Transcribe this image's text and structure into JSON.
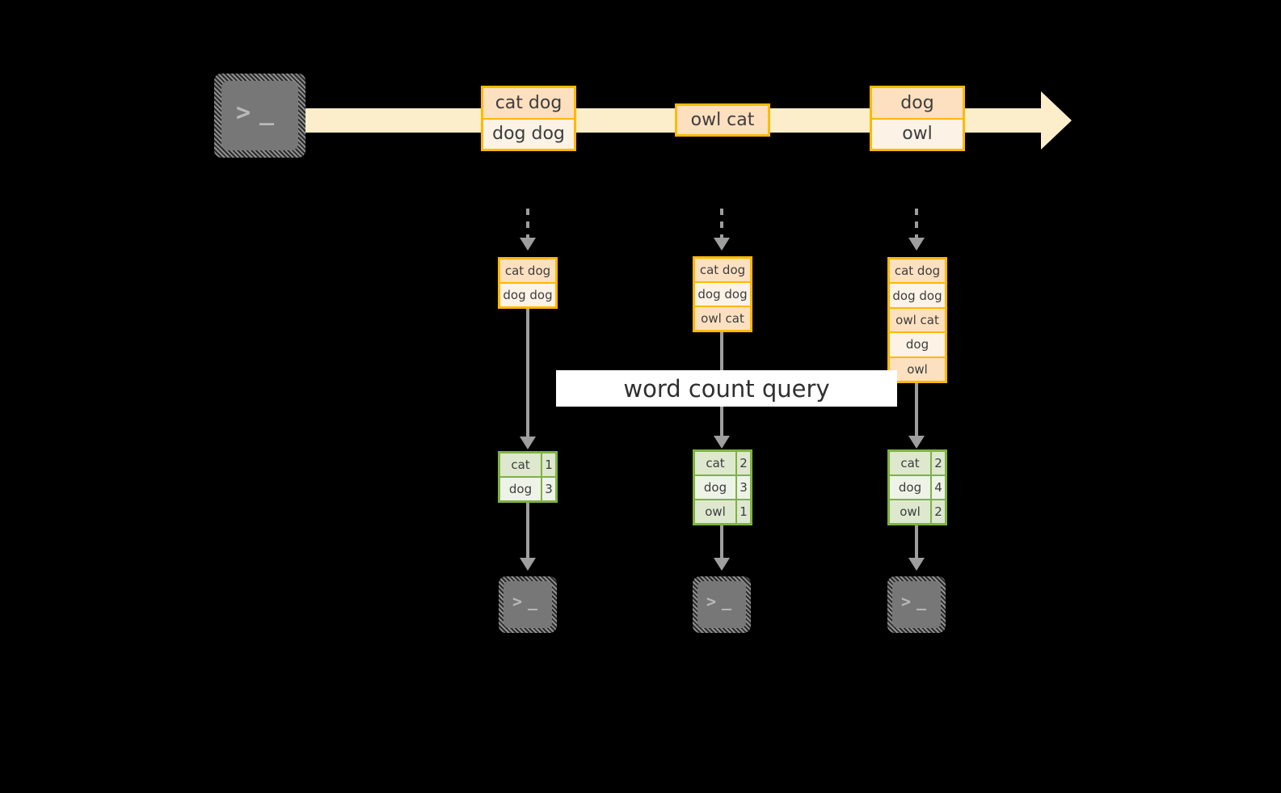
{
  "diagram": {
    "title": "word count query stream diagram",
    "colors": {
      "background": "#000000",
      "event_border": "#ffb900",
      "event_fill_dark": "#fde0c0",
      "event_fill_light": "#fdf2e6",
      "stream_band": "#fdeecb",
      "result_border": "#7fb241",
      "result_fill_dark": "#dde8cf",
      "result_fill_light": "#eef3e8",
      "connector": "#9e9e9e",
      "label_band": "#ffffff",
      "terminal_fill": "#777777"
    }
  },
  "producer": {
    "icon": "terminal-icon",
    "prompt_glyph": ">",
    "cursor_glyph": "_"
  },
  "stream": {
    "events": [
      {
        "id": "event-1",
        "lines": [
          "cat dog",
          "dog dog"
        ]
      },
      {
        "id": "event-2",
        "lines": [
          "owl cat"
        ]
      },
      {
        "id": "event-3",
        "lines": [
          "dog",
          "owl"
        ]
      }
    ]
  },
  "snapshots": [
    {
      "id": "snapshot-1",
      "lines": [
        "cat dog",
        "dog dog"
      ],
      "result": {
        "rows": [
          {
            "word": "cat",
            "count": "1"
          },
          {
            "word": "dog",
            "count": "3"
          }
        ]
      },
      "consumer": {
        "icon": "terminal-icon",
        "prompt_glyph": ">",
        "cursor_glyph": "_"
      }
    },
    {
      "id": "snapshot-2",
      "lines": [
        "cat dog",
        "dog dog",
        "owl cat"
      ],
      "result": {
        "rows": [
          {
            "word": "cat",
            "count": "2"
          },
          {
            "word": "dog",
            "count": "3"
          },
          {
            "word": "owl",
            "count": "1"
          }
        ]
      },
      "consumer": {
        "icon": "terminal-icon",
        "prompt_glyph": ">",
        "cursor_glyph": "_"
      }
    },
    {
      "id": "snapshot-3",
      "lines": [
        "cat dog",
        "dog dog",
        "owl cat",
        "dog",
        "owl"
      ],
      "result": {
        "rows": [
          {
            "word": "cat",
            "count": "2"
          },
          {
            "word": "dog",
            "count": "4"
          },
          {
            "word": "owl",
            "count": "2"
          }
        ]
      },
      "consumer": {
        "icon": "terminal-icon",
        "prompt_glyph": ">",
        "cursor_glyph": "_"
      }
    }
  ],
  "query_label": {
    "text": "word count query"
  }
}
